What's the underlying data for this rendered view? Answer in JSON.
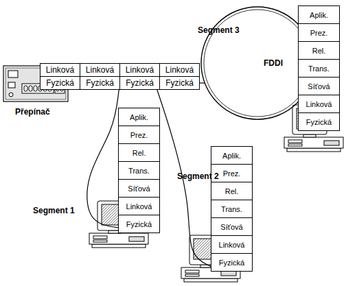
{
  "diagram": {
    "nodes": [
      {
        "text": [
          "Linková"
        ]
      },
      {
        "text": [
          "Linková"
        ]
      },
      {
        "text": [
          "Linková"
        ]
      },
      {
        "text": [
          "Linková"
        ]
      },
      {
        "text": [
          "Fyzická"
        ]
      },
      {
        "text": [
          "Fyzická"
        ]
      },
      {
        "text": [
          "Fyzická"
        ]
      },
      {
        "text": [
          "Fyzická"
        ]
      },
      {
        "text": [
          "FDDI"
        ]
      },
      {
        "text": [
          "Aplik."
        ]
      },
      {
        "text": [
          "Prez."
        ]
      },
      {
        "text": [
          "Rel."
        ]
      },
      {
        "text": [
          "Trans."
        ]
      },
      {
        "text": [
          "Síťová"
        ]
      },
      {
        "text": [
          "Linková"
        ]
      },
      {
        "text": [
          "Fyzická"
        ]
      },
      {
        "text": [
          "Aplik."
        ]
      },
      {
        "text": [
          "Prez."
        ]
      },
      {
        "text": [
          "Rel."
        ]
      },
      {
        "text": [
          "Trans."
        ]
      },
      {
        "text": [
          "Síťová"
        ]
      },
      {
        "text": [
          "Linková"
        ]
      },
      {
        "text": [
          "Fyzická"
        ]
      },
      {
        "text": [
          "Aplik."
        ]
      },
      {
        "text": [
          "Prez."
        ]
      },
      {
        "text": [
          "Rel."
        ]
      },
      {
        "text": [
          "Trans."
        ]
      },
      {
        "text": [
          "Síťová"
        ]
      },
      {
        "text": [
          "Linková"
        ]
      },
      {
        "text": [
          "Fyzická"
        ]
      }
    ],
    "edges": [
      {
        "from": 5,
        "to": 22,
        "arrow": "none",
        "label": "Segment 1"
      },
      {
        "from": 6,
        "to": 29,
        "arrow": "none",
        "label": "Segment 2"
      },
      {
        "from": 7,
        "to": 8,
        "arrow": "none",
        "label": "Segment 3"
      }
    ],
    "labels": [
      "Přepínač"
    ]
  }
}
